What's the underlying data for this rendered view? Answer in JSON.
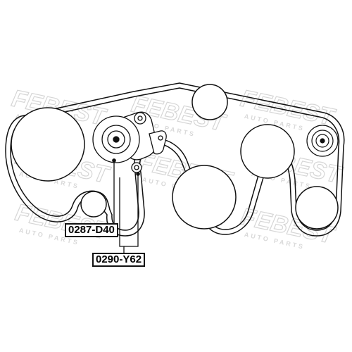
{
  "watermark": {
    "brand": "FEBEST",
    "subtitle": "AUTO PARTS"
  },
  "labels": {
    "tensioner_part": "0287-D40",
    "belt_part": "0290-Y62"
  },
  "colors": {
    "line": "#111111",
    "watermark": "#d6d6d6",
    "label_border": "#111111"
  }
}
